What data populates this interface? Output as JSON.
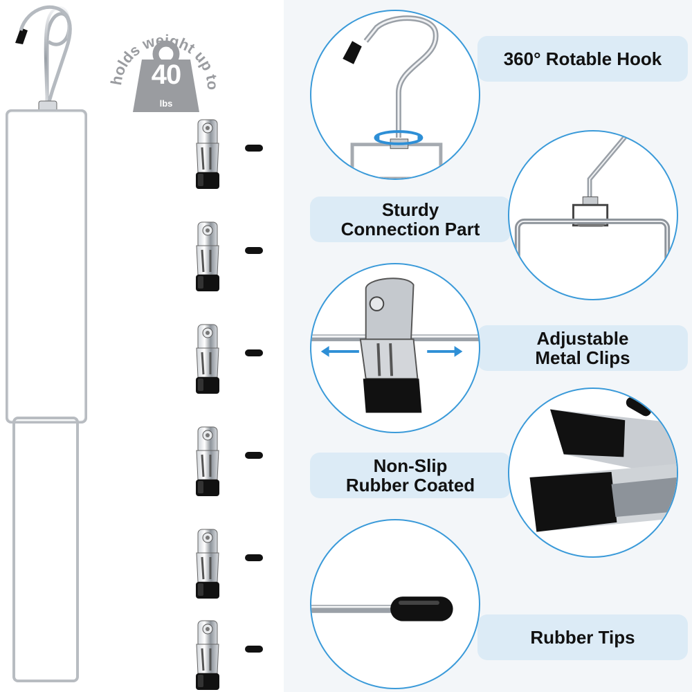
{
  "badge": {
    "arc_text": "holds weight up to",
    "weight": "40",
    "unit": "lbs"
  },
  "features": [
    {
      "label_line1": "360° Rotable Hook",
      "label_line2": ""
    },
    {
      "label_line1": "Sturdy",
      "label_line2": "Connection Part"
    },
    {
      "label_line1": "Adjustable",
      "label_line2": "Metal Clips"
    },
    {
      "label_line1": "Non-Slip",
      "label_line2": "Rubber Coated"
    },
    {
      "label_line1": "Rubber Tips",
      "label_line2": ""
    }
  ],
  "colors": {
    "accent_blue": "#3a9ad9",
    "banner_bg": "#dcebf6",
    "chrome": "#b9bec4",
    "rubber": "#111111",
    "badge_gray": "#9a9ca0"
  }
}
